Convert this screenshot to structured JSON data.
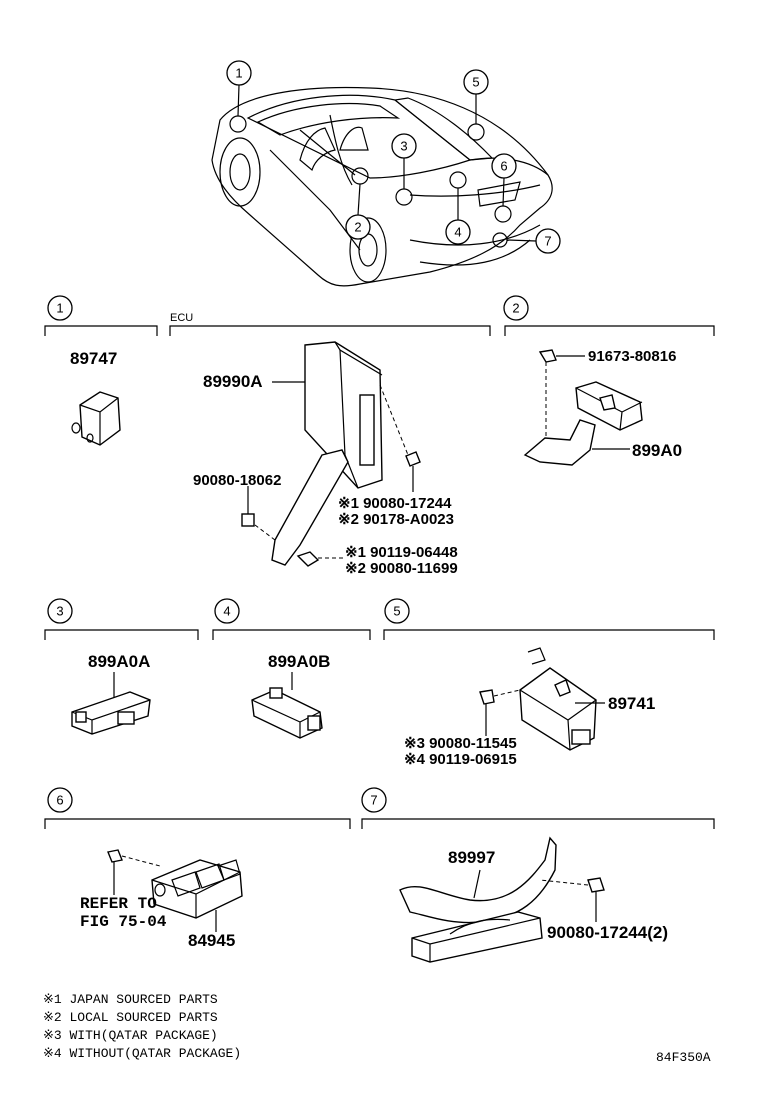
{
  "header": {
    "ecu_label": "ECU",
    "code": "84F350A"
  },
  "callouts": [
    "1",
    "2",
    "3",
    "4",
    "5",
    "6",
    "7"
  ],
  "sections": {
    "s1": {
      "num": "1",
      "part": "89747"
    },
    "s2": {
      "num": "2",
      "bolt": "91673-80816",
      "part": "899A0"
    },
    "ecu": {
      "part": "89990A",
      "nut": "90080-18062",
      "r1a": "※1 90080-17244",
      "r1b": "※2 90178-A0023",
      "r2a": "※1 90119-06448",
      "r2b": "※2 90080-11699"
    },
    "s3": {
      "num": "3",
      "part": "899A0A"
    },
    "s4": {
      "num": "4",
      "part": "899A0B"
    },
    "s5": {
      "num": "5",
      "part": "89741",
      "r1": "※3 90080-11545",
      "r2": "※4 90119-06915"
    },
    "s6": {
      "num": "6",
      "ref1": "REFER TO",
      "ref2": "FIG 75-04",
      "part": "84945"
    },
    "s7": {
      "num": "7",
      "part": "89997",
      "nut": "90080-17244(2)"
    }
  },
  "notes": [
    "※1 JAPAN SOURCED PARTS",
    "※2 LOCAL SOURCED PARTS",
    "※3 WITH(QATAR PACKAGE)",
    "※4 WITHOUT(QATAR PACKAGE)"
  ]
}
